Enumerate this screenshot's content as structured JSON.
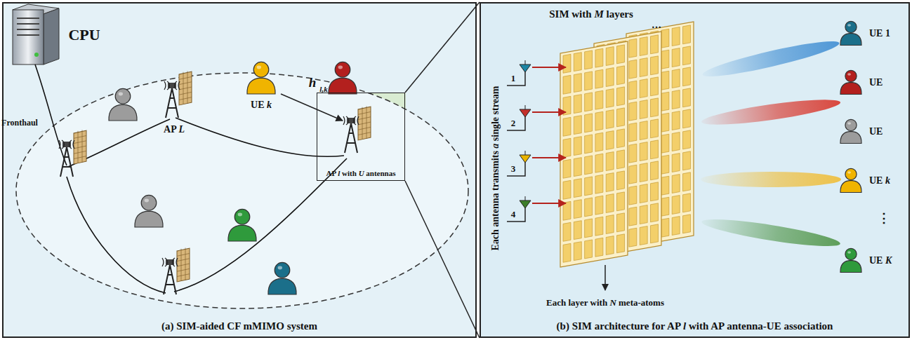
{
  "diagram": {
    "nodes": [
      {
        "text": [
          "(a) SIM-aided CF mMIMO system"
        ]
      },
      {
        "text": [
          "(b) SIM architecture for AP l with AP antenna-UE association"
        ]
      },
      {
        "text": [
          "AP l with U antennas"
        ],
        "in": 0
      }
    ],
    "edges": [
      {
        "from": 2,
        "to": 1,
        "arrow": "none"
      },
      {
        "from": 2,
        "to": 1,
        "arrow": "none"
      }
    ],
    "labels": [
      "CPU",
      "Fronthaul",
      "AP L",
      "UE k",
      "h",
      "l,k",
      "SIM with M layers",
      "…",
      "Each antenna transmits a single stream",
      "1",
      "2",
      "3",
      "4",
      "Each layer with N meta-atoms",
      "UE 1",
      "UE",
      "UE",
      "UE k",
      "⋮",
      "UE K"
    ]
  }
}
